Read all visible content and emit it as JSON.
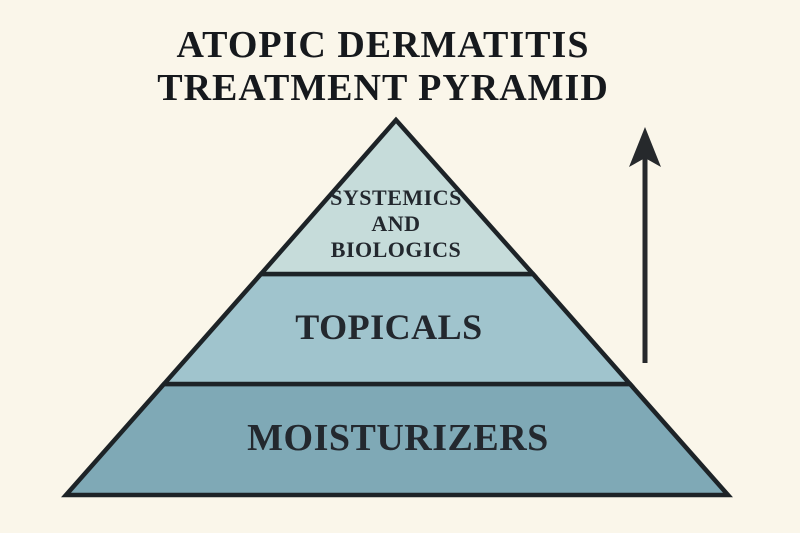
{
  "background_color": "#faf6ea",
  "title": {
    "line1": "ATOPIC DERMATITIS",
    "line2": "TREATMENT PYRAMID",
    "color": "#16191d"
  },
  "pyramid": {
    "outline_color": "#1d2327",
    "label_color": "#23282e",
    "tiers": [
      {
        "level": 3,
        "label_lines": [
          "SYSTEMICS",
          "AND",
          "BIOLOGICS"
        ],
        "color": "#c6dcda"
      },
      {
        "level": 2,
        "label": "TOPICALS",
        "color": "#a0c4cd"
      },
      {
        "level": 1,
        "label": "MOISTURIZERS",
        "color": "#7fa9b6"
      }
    ]
  },
  "arrow": {
    "direction": "up",
    "color": "#26292c"
  }
}
